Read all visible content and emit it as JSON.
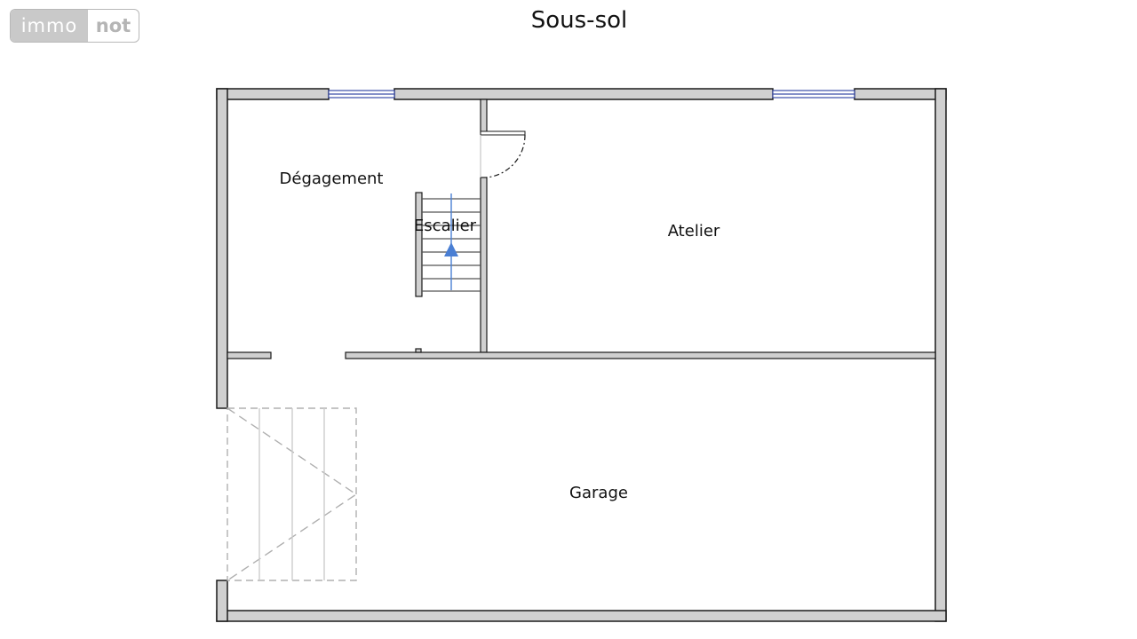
{
  "logo": {
    "left_text": "immo",
    "right_text": "not"
  },
  "plan": {
    "title": "Sous-sol",
    "rooms": [
      {
        "id": "degagement",
        "label": "Dégagement"
      },
      {
        "id": "escalier",
        "label": "Escalier"
      },
      {
        "id": "atelier",
        "label": "Atelier"
      },
      {
        "id": "garage",
        "label": "Garage"
      }
    ]
  },
  "colors": {
    "wall_fill": "#d0d0d0",
    "wall_stroke": "#1a1a1a",
    "window_stroke": "#3a4da8",
    "stair_arrow": "#4a7fd4",
    "ramp_dash": "#b0b0b0"
  }
}
